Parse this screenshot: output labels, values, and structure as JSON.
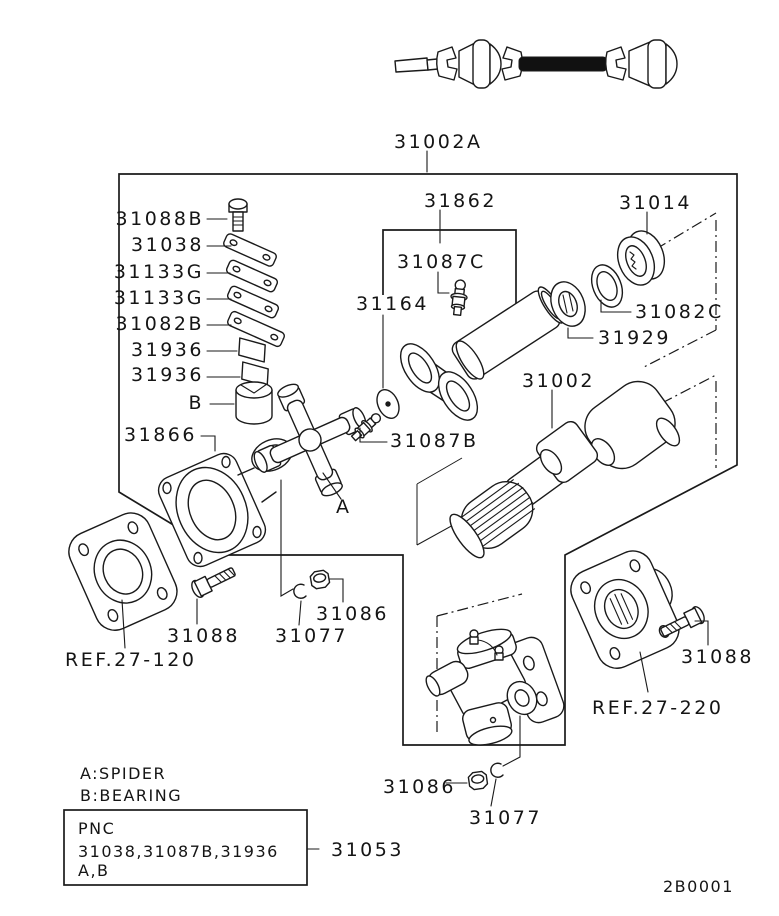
{
  "page": {
    "background": "#ffffff",
    "line_color": "#1a1a1a"
  },
  "figure": {
    "drawing_code": "2B0001"
  },
  "callouts": {
    "assembly": "31002A",
    "c31088B": "31088B",
    "c31038": "31038",
    "c31133G_1": "31133G",
    "c31133G_2": "31133G",
    "c31082B": "31082B",
    "c31936_1": "31936",
    "c31936_2": "31936",
    "cB": "B",
    "c31866": "31866",
    "c31862": "31862",
    "c31087C": "31087C",
    "c31164": "31164",
    "c31087B": "31087B",
    "cA": "A",
    "c31014": "31014",
    "c31082C": "31082C",
    "c31929": "31929",
    "c31002": "31002",
    "c31088_left": "31088",
    "c31077_left": "31077",
    "c31086_left": "31086",
    "ref_front": "REF.27-120",
    "ref_rear": "REF.27-220",
    "c31088_right": "31088",
    "c31086_bottom": "31086",
    "c31077_bottom": "31077"
  },
  "legend": {
    "spider": "A:SPIDER",
    "bearing": "B:BEARING"
  },
  "pnc_box": {
    "header": "PNC",
    "part_list": "31038,31087B,31936",
    "applicability": "A,B",
    "group_ref": "31053"
  }
}
